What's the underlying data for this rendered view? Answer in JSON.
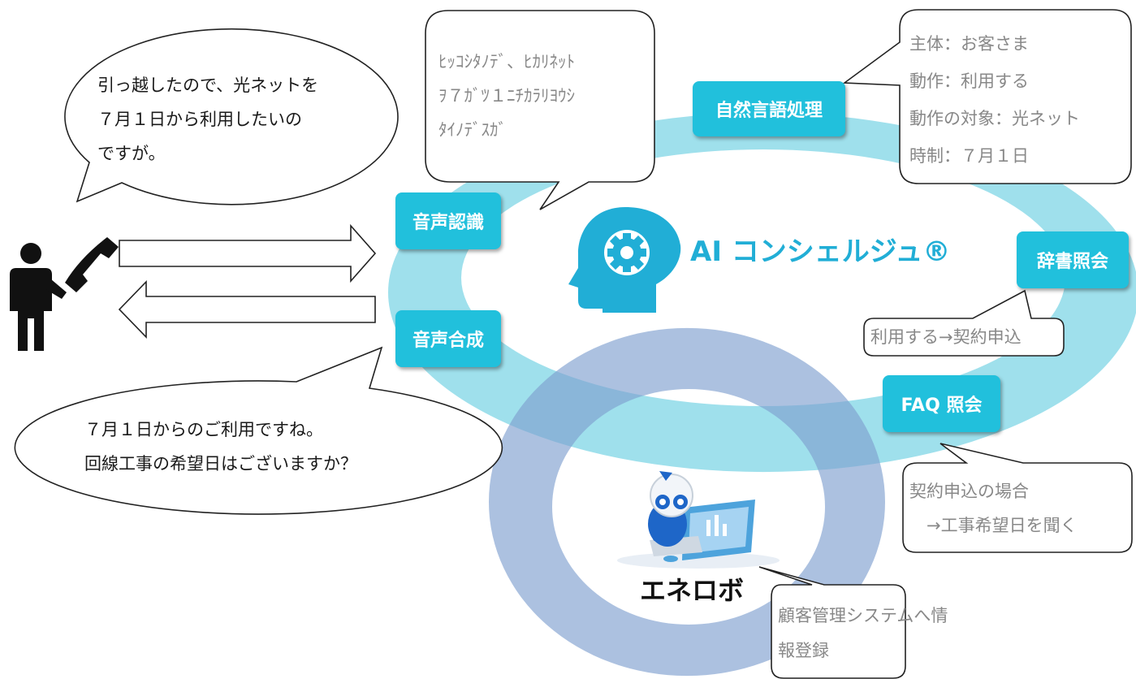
{
  "user_speech": {
    "lines": [
      "引っ越したので、光ネットを",
      "７月１日から利用したいの",
      "ですが。"
    ]
  },
  "system_speech": {
    "lines": [
      "７月１日からのご利用ですね。",
      "回線工事の希望日はございますか？"
    ]
  },
  "recognition_output": {
    "lines": [
      "ﾋｯｺｼﾀﾉﾃﾞ、ﾋｶﾘﾈｯﾄ",
      "ｦ７ｶﾞﾂ１ﾆﾁｶﾗﾘﾖｳｼ",
      "ﾀｲﾉﾃﾞｽｶﾞ"
    ]
  },
  "nlp_output": {
    "lines": [
      "主体：お客さま",
      "動作：利用する",
      "動作の対象：光ネット",
      "時制：７月１日"
    ]
  },
  "dictionary_output": {
    "text": "利用する→契約申込"
  },
  "faq_output": {
    "lines": [
      "契約申込の場合",
      "　→工事希望日を聞く"
    ]
  },
  "enerobo_output": {
    "lines": [
      "顧客管理システムへ情",
      "報登録"
    ]
  },
  "modules": {
    "speech_recognition": "音声認識",
    "speech_synthesis": "音声合成",
    "nlp": "自然言語処理",
    "dictionary": "辞書照会",
    "faq": "FAQ 照会"
  },
  "system_name": "AI コンシェルジュ®",
  "robot_name": "エネロボ",
  "icons": [
    "person-phone-icon",
    "ai-head-gear-icon",
    "enerobo-robot-icon"
  ],
  "colors": {
    "tag_bg": "#21c0dc",
    "outer_ring": "#9fe0ec",
    "inner_ring": "#a4bfde",
    "title": "#21aed6"
  }
}
